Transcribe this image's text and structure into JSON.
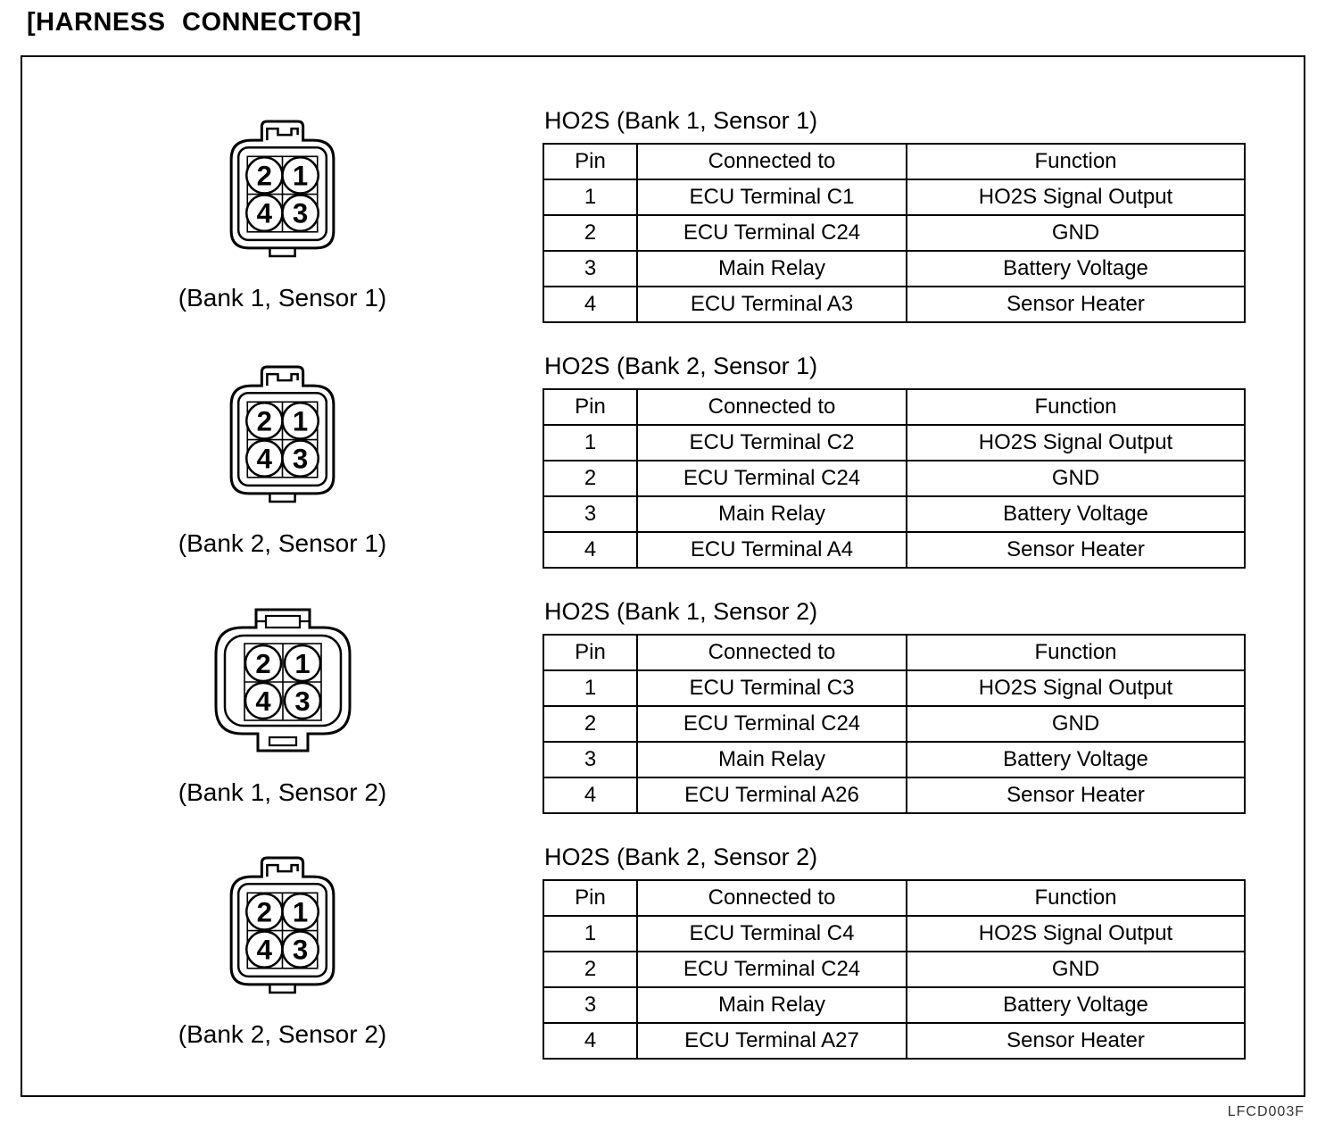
{
  "page": {
    "title": "[HARNESS CONNECTOR]",
    "figure_code": "LFCD003F"
  },
  "colors": {
    "ink": "#000000",
    "paper": "#ffffff"
  },
  "connectors": [
    {
      "label": "(Bank 1, Sensor 1)",
      "pins": [
        "2",
        "1",
        "4",
        "3"
      ]
    },
    {
      "label": "(Bank 2, Sensor 1)",
      "pins": [
        "2",
        "1",
        "4",
        "3"
      ]
    },
    {
      "label": "(Bank 1, Sensor 2)",
      "pins": [
        "2",
        "1",
        "4",
        "3"
      ]
    },
    {
      "label": "(Bank 2, Sensor 2)",
      "pins": [
        "2",
        "1",
        "4",
        "3"
      ]
    }
  ],
  "tables": [
    {
      "title": "HO2S (Bank 1, Sensor 1)",
      "headers": [
        "Pin",
        "Connected to",
        "Function"
      ],
      "rows": [
        [
          "1",
          "ECU Terminal C1",
          "HO2S Signal Output"
        ],
        [
          "2",
          "ECU Terminal C24",
          "GND"
        ],
        [
          "3",
          "Main Relay",
          "Battery Voltage"
        ],
        [
          "4",
          "ECU Terminal A3",
          "Sensor Heater"
        ]
      ]
    },
    {
      "title": "HO2S (Bank 2, Sensor 1)",
      "headers": [
        "Pin",
        "Connected to",
        "Function"
      ],
      "rows": [
        [
          "1",
          "ECU Terminal C2",
          "HO2S Signal Output"
        ],
        [
          "2",
          "ECU Terminal C24",
          "GND"
        ],
        [
          "3",
          "Main Relay",
          "Battery Voltage"
        ],
        [
          "4",
          "ECU Terminal A4",
          "Sensor Heater"
        ]
      ]
    },
    {
      "title": "HO2S (Bank 1, Sensor 2)",
      "headers": [
        "Pin",
        "Connected to",
        "Function"
      ],
      "rows": [
        [
          "1",
          "ECU Terminal C3",
          "HO2S Signal Output"
        ],
        [
          "2",
          "ECU Terminal C24",
          "GND"
        ],
        [
          "3",
          "Main Relay",
          "Battery Voltage"
        ],
        [
          "4",
          "ECU Terminal A26",
          "Sensor Heater"
        ]
      ]
    },
    {
      "title": "HO2S (Bank 2, Sensor 2)",
      "headers": [
        "Pin",
        "Connected to",
        "Function"
      ],
      "rows": [
        [
          "1",
          "ECU Terminal C4",
          "HO2S Signal Output"
        ],
        [
          "2",
          "ECU Terminal C24",
          "GND"
        ],
        [
          "3",
          "Main Relay",
          "Battery Voltage"
        ],
        [
          "4",
          "ECU Terminal A27",
          "Sensor Heater"
        ]
      ]
    }
  ]
}
